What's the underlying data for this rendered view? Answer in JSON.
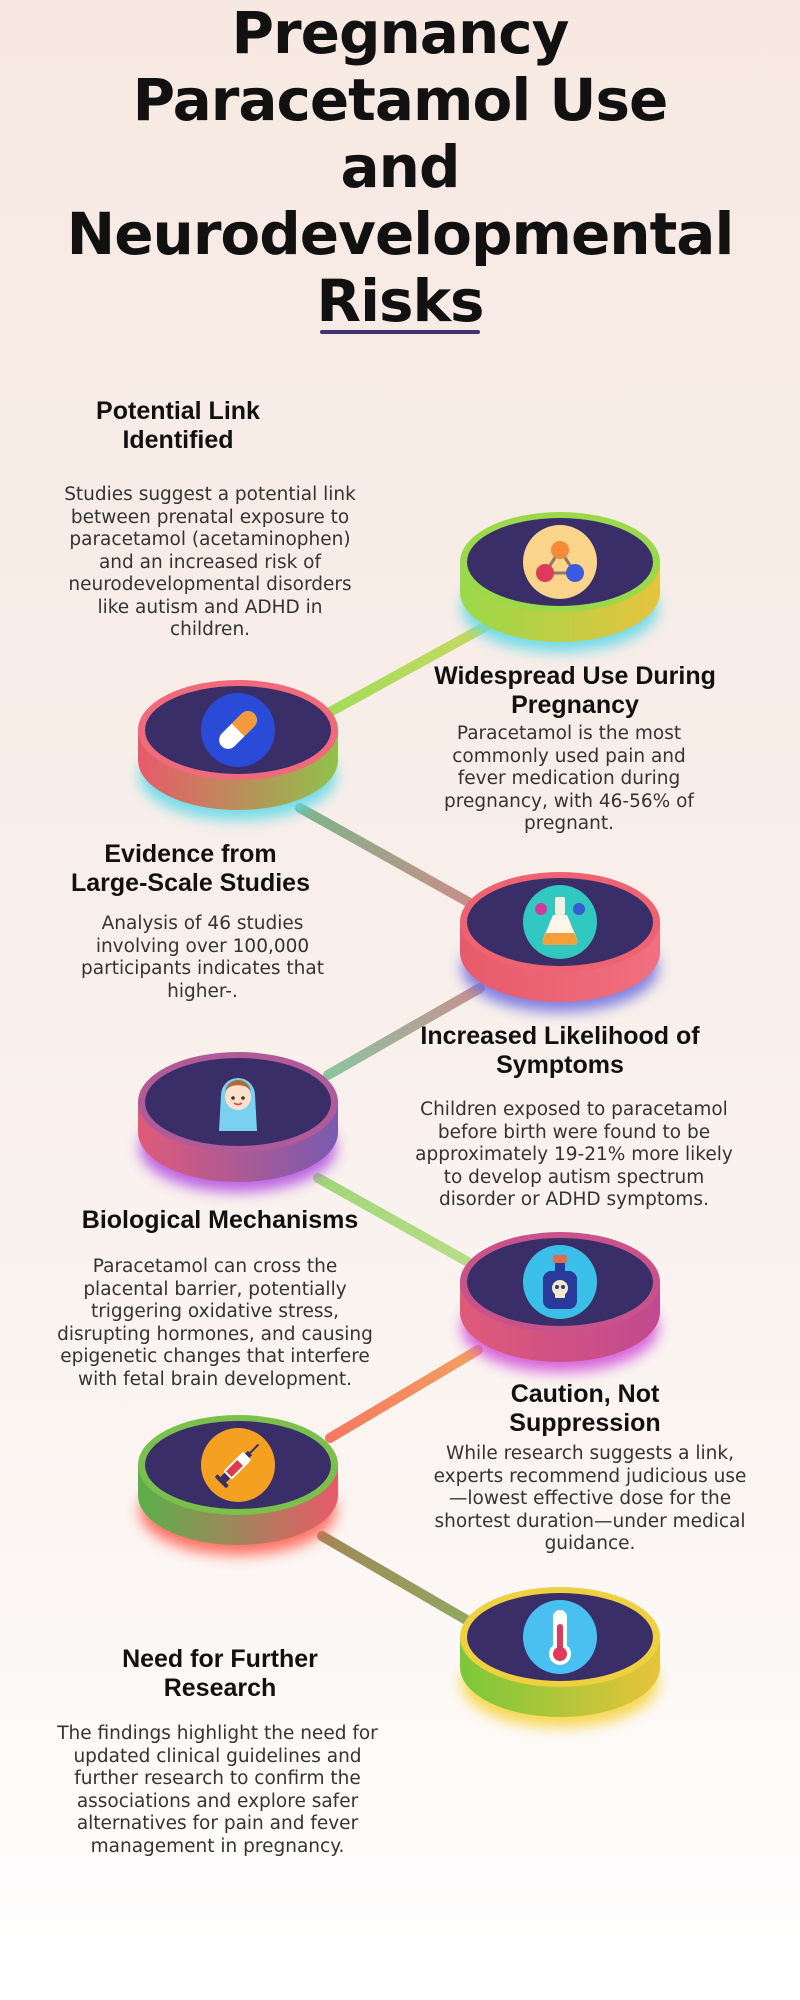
{
  "title_lines": [
    "Pregnancy",
    "Paracetamol Use",
    "and",
    "Neurodevelopmental",
    "Risks"
  ],
  "colors": {
    "disc_top": "#3a2e68",
    "title_underline": "#3f3470"
  },
  "sections": [
    {
      "heading_lines": [
        "Potential Link",
        "Identified"
      ],
      "description": "Studies suggest a potential link between prenatal exposure to paracetamol (acetaminophen) and an increased risk of neurodevelopmental disorders like autism and ADHD in children.",
      "icon": "molecule-icon",
      "rim_colors": [
        "#9ad94a",
        "#e6c33e",
        "#5ad8e8"
      ]
    },
    {
      "heading_lines": [
        "Widespread Use During",
        "Pregnancy"
      ],
      "description": "Paracetamol is the most commonly used pain and fever medication during pregnancy, with 46-56% of pregnant.",
      "icon": "pill-capsule-icon",
      "rim_colors": [
        "#e85a6a",
        "#8fc24a",
        "#5ad8e8"
      ]
    },
    {
      "heading_lines": [
        "Evidence from",
        "Large-Scale Studies"
      ],
      "description": "Analysis of 46 studies involving over 100,000 participants indicates that higher-.",
      "icon": "flask-icon",
      "rim_colors": [
        "#e85a6a",
        "#f07080",
        "#6a6ae0"
      ]
    },
    {
      "heading_lines": [
        "Increased Likelihood of",
        "Symptoms"
      ],
      "description": "Children exposed to paracetamol before birth were found to be approximately 19-21% more likely to develop autism spectrum disorder or ADHD symptoms.",
      "icon": "baby-icon",
      "rim_colors": [
        "#e05a78",
        "#7a5ab0",
        "#b04ae0"
      ]
    },
    {
      "heading_lines": [
        "Biological Mechanisms"
      ],
      "description": "Paracetamol can cross the placental barrier, potentially triggering oxidative stress, disrupting hormones, and causing epigenetic changes that interfere with fetal brain development.",
      "icon": "poison-bottle-icon",
      "rim_colors": [
        "#e05a78",
        "#c04a90",
        "#d04ad8"
      ]
    },
    {
      "heading_lines": [
        "Caution, Not",
        "Suppression"
      ],
      "description": "While research suggests a link, experts recommend judicious use—lowest effective dose for the shortest duration—under medical guidance.",
      "icon": "syringe-icon",
      "rim_colors": [
        "#5ab04a",
        "#e85a6a",
        "#ff5a4a"
      ]
    },
    {
      "heading_lines": [
        "Need for Further",
        "Research"
      ],
      "description": "The findings highlight the need for updated clinical guidelines and further research to confirm the associations and explore safer alternatives for pain and fever management in pregnancy.",
      "icon": "thermometer-icon",
      "rim_colors": [
        "#7ac83a",
        "#e8c43a",
        "#f4d030"
      ]
    }
  ]
}
